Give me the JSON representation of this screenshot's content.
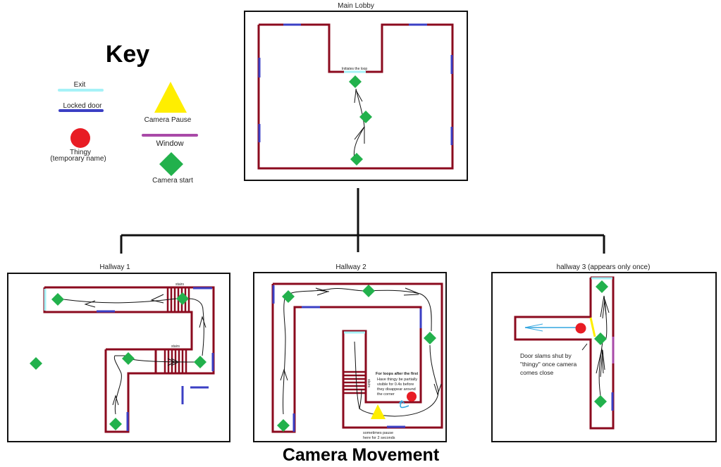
{
  "diagram": {
    "title": "Camera Movement",
    "colors": {
      "wall": "#8b0a1e",
      "exit": "#a6f2f7",
      "locked_door": "#3b3fc4",
      "window": "#a94aa8",
      "thingy": "#e81c24",
      "camera_pause": "#ffee00",
      "camera_start": "#22b14c",
      "path": "#111111",
      "thingy_path": "#33a6e0",
      "door_slam": "#ffee00"
    },
    "key": {
      "heading": "Key",
      "items": [
        {
          "label": "Exit",
          "icon": "exit-line"
        },
        {
          "label": "Locked door",
          "icon": "locked-door-line"
        },
        {
          "label": "Thingy",
          "sublabel": "(temporary name)",
          "icon": "red-circle"
        },
        {
          "label": "Camera Pause",
          "icon": "yellow-triangle"
        },
        {
          "label": "Window",
          "icon": "window-line"
        },
        {
          "label": "Camera start",
          "icon": "green-diamond"
        }
      ]
    },
    "rooms": {
      "main_lobby": {
        "title": "Main Lobby",
        "annotation": "Initiates the loop"
      },
      "hallway1": {
        "title": "Hallway 1",
        "stairs_label_top": "stairs",
        "stairs_label_bottom": "stairs"
      },
      "hallway2": {
        "title": "Hallway 2",
        "stairs_label": "stairs",
        "note_heading": "For loops after the first",
        "note_lines": [
          "Have thingy be partially",
          "visible for 0.4s before",
          "they disappear around",
          "the corner"
        ],
        "pause_note_lines": [
          "sometimes pause",
          "here for 2 seconds"
        ]
      },
      "hallway3": {
        "title": "hallway 3 (appears only once)",
        "note_lines": [
          "Door slams shut by",
          "\"thingy\" once camera",
          "comes close"
        ]
      }
    }
  }
}
